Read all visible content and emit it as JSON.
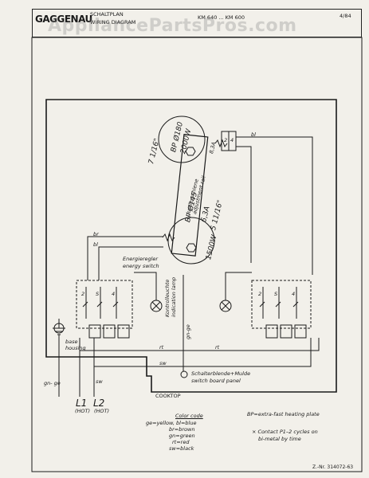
{
  "header": {
    "brand": "GAGGENAU",
    "title_line1": "SCHALTPLAN",
    "title_line2": "WIRING DIAGRAM",
    "model": "KM 640 ... KM 600",
    "date": "4/84"
  },
  "watermark": "AppliancePartsPros.com",
  "elements": {
    "upper_element": {
      "name": "BP Ø180",
      "power": "2000W",
      "size": "7 1/16\""
    },
    "upper_fuse": "8,3A",
    "lower_element": {
      "name": "BP Ø145",
      "power": "1500W",
      "fuse": "6,3A",
      "size": "5 11/16\""
    },
    "adjustment_rail_de": "Justierschiene",
    "adjustment_rail_en": "adjustment rail",
    "terminal_2": "2",
    "terminal_4": "4"
  },
  "labels": {
    "energy_regulator_de": "Energieregler",
    "energy_regulator_en": "energy switch",
    "indicator_lamp_de": "Kontrolleuchte",
    "indicator_lamp_en": "indication lamp",
    "gn_ge": "gn-ge",
    "switch_panel_de": "Schalterblende+Mulde",
    "switch_panel_en": "switch board panel",
    "base_de": "base",
    "base_en": "housing",
    "cooktop": "COOKTOP",
    "gn_ge_left": "gn-\nge",
    "sw": "sw",
    "rt": "rt",
    "bl": "bl",
    "br": "br",
    "l1": "L1",
    "l1_sub": "(HOT)",
    "l2": "L2",
    "l2_sub": "(HOT)",
    "sw_terminal_2": "2",
    "sw_terminal_s": "S",
    "sw_terminal_4": "4"
  },
  "legend": {
    "title": "Color code",
    "rows": [
      "ge=yellow, bl=blue",
      "br=brown",
      "gn=green",
      "rt=red",
      "sw=black"
    ],
    "bp_note": "BP=extra-fast heating plate",
    "contact_note_1": "× Contact  P1–2  cycles  on",
    "contact_note_2": "bi-metal  by  time"
  },
  "footer": "Z.-Nr. 314072-63",
  "colors": {
    "ink": "#1a1a1a",
    "paper": "#f2f0ea"
  }
}
